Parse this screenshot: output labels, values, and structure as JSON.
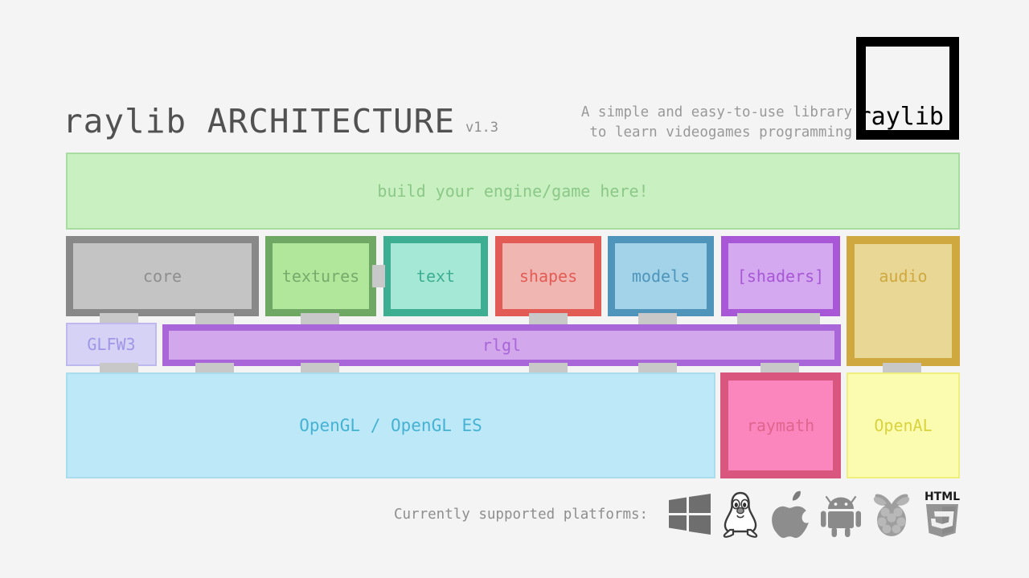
{
  "background": "#f4f4f4",
  "header": {
    "title": "raylib ARCHITECTURE",
    "version": "v1.3",
    "tagline_line1": "A simple and easy-to-use library",
    "tagline_line2": "to learn videogames programming",
    "logo_text": "raylib"
  },
  "user_layer": {
    "label": "build your engine/game here!",
    "fill": "#c8f0c0",
    "border": "#a8dca0",
    "text_color": "#8cc888"
  },
  "modules": [
    {
      "label": "core",
      "fill": "#c4c4c4",
      "border": "#888888",
      "text_color": "#8e8e8e"
    },
    {
      "label": "textures",
      "fill": "#b0e79a",
      "border": "#6fa765",
      "text_color": "#77ab6d"
    },
    {
      "label": "text",
      "fill": "#a5e8d5",
      "border": "#3eae92",
      "text_color": "#3eae92"
    },
    {
      "label": "shapes",
      "fill": "#f0b7b2",
      "border": "#e35b55",
      "text_color": "#e35b55"
    },
    {
      "label": "models",
      "fill": "#a2d3e8",
      "border": "#4f95bb",
      "text_color": "#4f95bb"
    },
    {
      "label": "[shaders]",
      "fill": "#d4a9ef",
      "border": "#a857d6",
      "text_color": "#a857d6"
    },
    {
      "label": "audio",
      "fill": "#e8d795",
      "border": "#cfa93f",
      "text_color": "#cfa93f"
    }
  ],
  "middle_layer": [
    {
      "label": "GLFW3",
      "fill": "#d5d2f5",
      "border": "#bdb8ee",
      "text_color": "#9f96e6"
    },
    {
      "label": "rlgl",
      "fill": "#d3a7ec",
      "border": "#a866d8",
      "text_color": "#a866d8"
    }
  ],
  "backend_layer": [
    {
      "label": "OpenGL / OpenGL ES",
      "fill": "#bce8f8",
      "border": "#a9dced",
      "text_color": "#45b2d4"
    },
    {
      "label": "raymath",
      "fill": "#fa86bd",
      "border": "#d9567f",
      "text_color": "#e0658e"
    },
    {
      "label": "OpenAL",
      "fill": "#fcfcb0",
      "border": "#efef7d",
      "text_color": "#d8d33f"
    }
  ],
  "footer": {
    "platforms_label": "Currently supported platforms:",
    "platforms": [
      {
        "name": "windows-icon",
        "title": "Windows"
      },
      {
        "name": "linux-tux-icon",
        "title": "Linux"
      },
      {
        "name": "apple-icon",
        "title": "macOS"
      },
      {
        "name": "android-icon",
        "title": "Android"
      },
      {
        "name": "raspberry-pi-icon",
        "title": "Raspberry Pi"
      },
      {
        "name": "html5-icon",
        "title": "HTML5"
      }
    ],
    "html5_badge_text": "HTML",
    "html5_badge_number": "5"
  },
  "connector_color": "#c8c8c8"
}
